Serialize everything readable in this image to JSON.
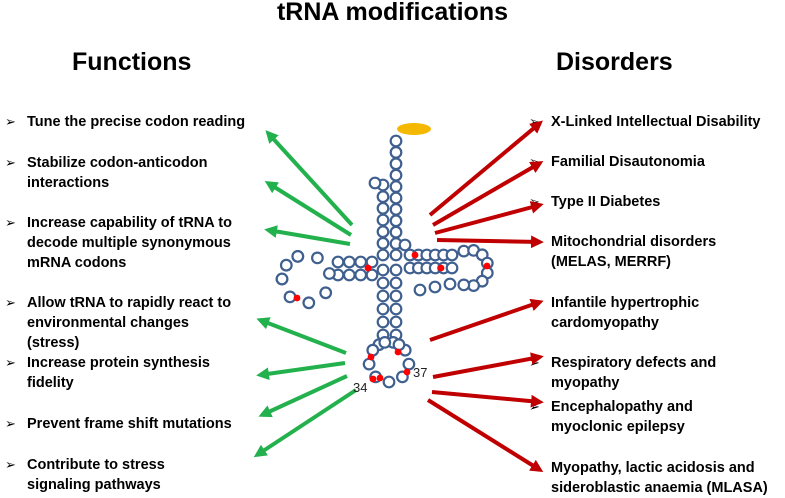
{
  "title": "tRNA modifications",
  "functions": {
    "heading": "Functions",
    "bullet": "➢",
    "items": [
      "Tune the precise codon reading",
      "Stabilize codon-anticodon interactions",
      "Increase capability of tRNA to decode multiple synonymous mRNA codons",
      "Allow tRNA to rapidly react to environmental changes (stress)",
      "Increase protein synthesis fidelity",
      "Prevent frame shift mutations",
      "Contribute to stress signaling pathways"
    ]
  },
  "disorders": {
    "heading": "Disorders",
    "bullet": "➢",
    "items": [
      "X-Linked Intellectual Disability",
      "Familial Disautonomia",
      "Type II Diabetes",
      "Mitochondrial disorders (MELAS, MERRF)",
      "Infantile hypertrophic cardomyopathy",
      "Respiratory defects and myopathy",
      "Encephalopathy and myoclonic epilepsy",
      "Myopathy, lactic acidosis and sideroblastic anaemia (MLASA)"
    ]
  },
  "diagram": {
    "position_labels": [
      "34",
      "37"
    ],
    "colors": {
      "function_arrow": "#22b14c",
      "disorder_arrow": "#c00000",
      "nucleotide_fill": "#ffffff",
      "nucleotide_stroke": "#3f5f8f",
      "modification": "#ff0000",
      "cap": "#f5b800"
    }
  }
}
